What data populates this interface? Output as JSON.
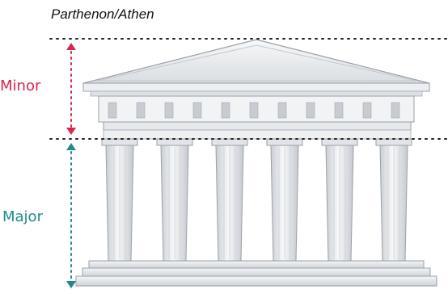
{
  "caption": "Parthenon/Athen",
  "labels": {
    "minor": "Minor",
    "major": "Major"
  },
  "colors": {
    "minor": "#d7264f",
    "major": "#1f8a88",
    "guide_line": "#222222",
    "stone_light": "#f2f4f6",
    "stone_mid": "#dfe3e7",
    "stone_dark": "#b9bec4",
    "stone_outline": "#9aa0a6"
  },
  "icons": {
    "building": "greek-temple-icon"
  }
}
